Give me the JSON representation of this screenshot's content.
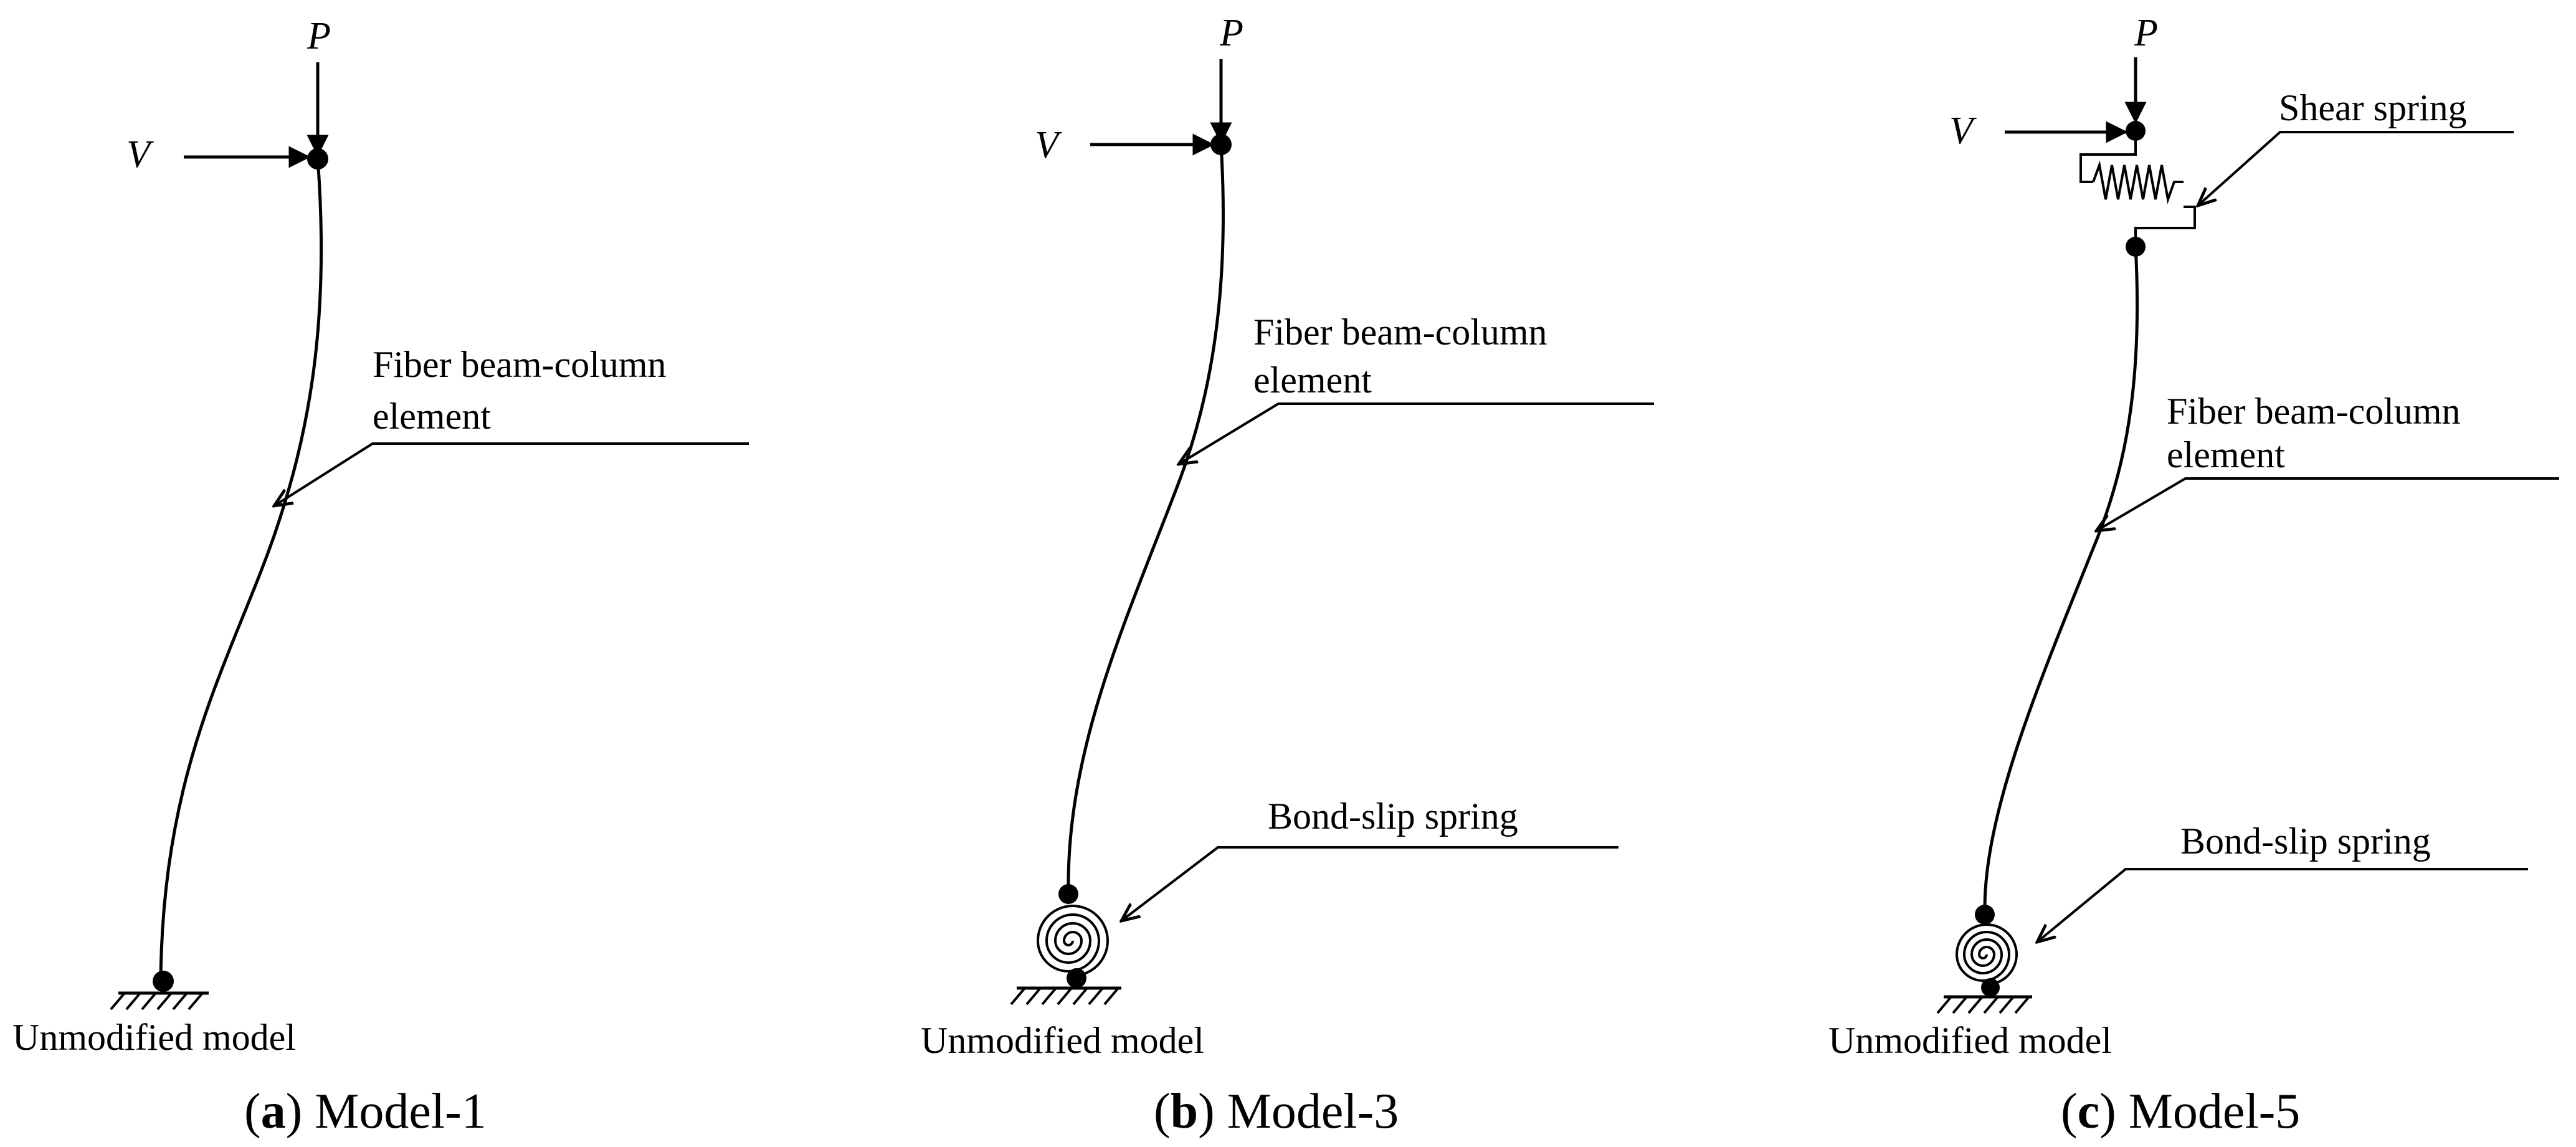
{
  "panels": [
    {
      "force_p": "P",
      "force_v": "V",
      "element_label_line1": "Fiber beam-column",
      "element_label_line2": "element",
      "base_label": "Unmodified model",
      "caption_open": "(",
      "caption_letter": "a",
      "caption_rest": ") Model-1"
    },
    {
      "force_p": "P",
      "force_v": "V",
      "element_label_line1": "Fiber beam-column",
      "element_label_line2": "element",
      "spring_label": "Bond-slip spring",
      "base_label": "Unmodified model",
      "caption_open": "(",
      "caption_letter": "b",
      "caption_rest": ") Model-3"
    },
    {
      "force_p": "P",
      "force_v": "V",
      "shear_label": "Shear spring",
      "element_label_line1": "Fiber beam-column",
      "element_label_line2": "element",
      "spring_label": "Bond-slip spring",
      "base_label": "Unmodified model",
      "caption_open": "(",
      "caption_letter": "c",
      "caption_rest": ") Model-5"
    }
  ]
}
